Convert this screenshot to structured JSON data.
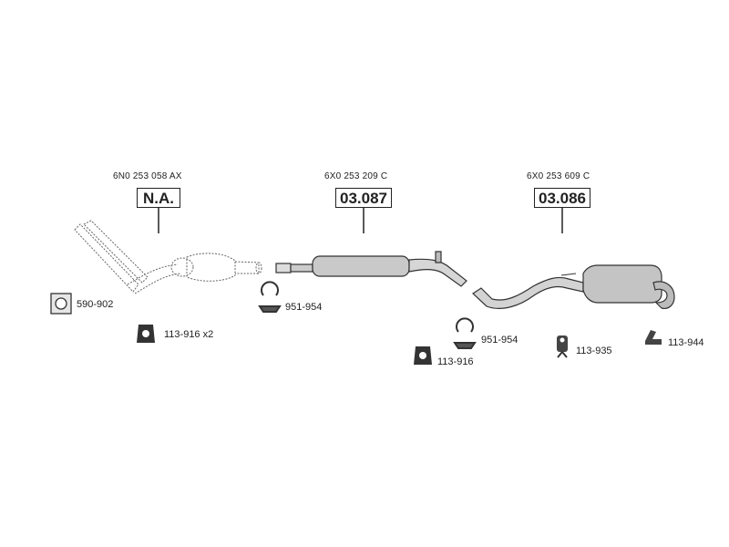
{
  "assemblies": [
    {
      "oem": "6N0 253 058 AX",
      "part": "N.A."
    },
    {
      "oem": "6X0 253 209 C",
      "part": "03.087"
    },
    {
      "oem": "6X0 253 609 C",
      "part": "03.086"
    }
  ],
  "accessories": [
    {
      "code": "590-902",
      "icon": "gasket-icon"
    },
    {
      "code": "113-916 x2",
      "icon": "rubber-mount-icon"
    },
    {
      "code": "951-954",
      "icon": "clamp-icon"
    },
    {
      "code": "951-954",
      "icon": "clamp-icon"
    },
    {
      "code": "113-916",
      "icon": "rubber-mount-icon"
    },
    {
      "code": "113-935",
      "icon": "hanger-icon"
    },
    {
      "code": "113-944",
      "icon": "hanger-bracket-icon"
    }
  ]
}
